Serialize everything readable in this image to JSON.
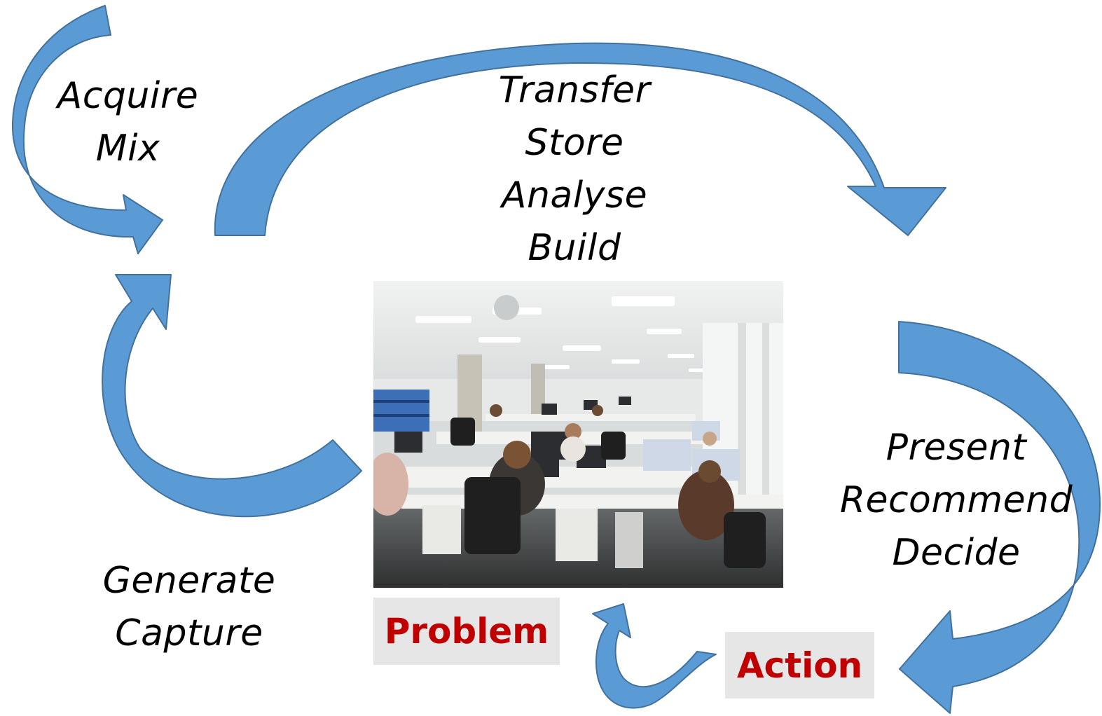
{
  "labels": {
    "acquire": "Acquire\nMix",
    "transfer": "Transfer\nStore\nAnalyse\nBuild",
    "present": "Present\nRecommend\nDecide",
    "generate": "Generate\nCapture"
  },
  "tags": {
    "problem": "Problem",
    "action": "Action"
  },
  "colors": {
    "arrow_fill": "#5b9bd5",
    "arrow_stroke": "#41719c",
    "tag_text": "#c00000",
    "tag_bg": "#e6e6e6"
  },
  "image": {
    "subject": "open-plan-office-photo"
  }
}
